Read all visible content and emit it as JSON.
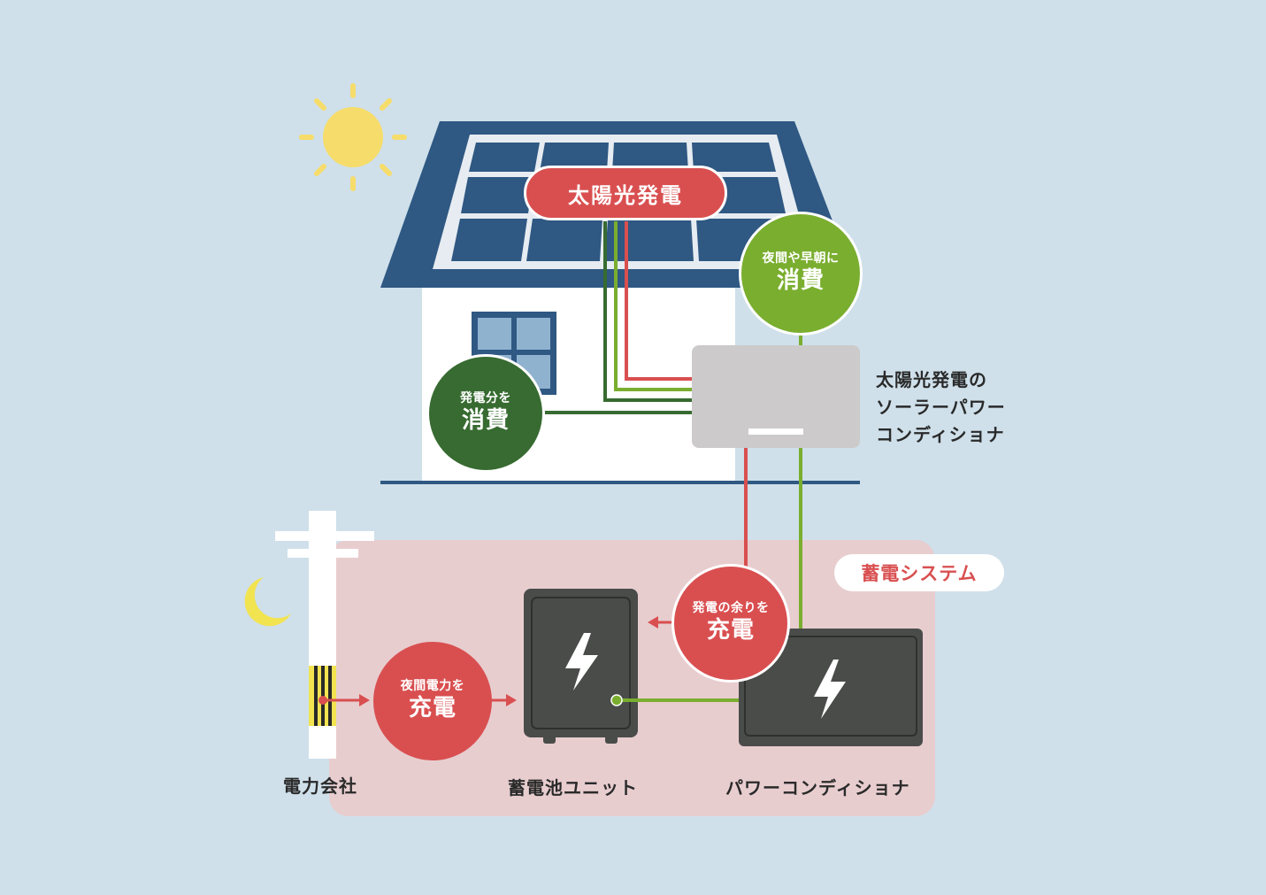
{
  "labels": {
    "solar_generation": "太陽光発電",
    "consume_generated_small": "発電分を",
    "consume_generated_big": "消費",
    "consume_night_small": "夜間や早朝に",
    "consume_night_big": "消費",
    "pcs_solar_line1": "太陽光発電の",
    "pcs_solar_line2": "ソーラーパワー",
    "pcs_solar_line3": "コンディショナ",
    "storage_system": "蓄電システム",
    "charge_surplus_small": "発電の余りを",
    "charge_surplus_big": "充電",
    "charge_night_small": "夜間電力を",
    "charge_night_big": "充電",
    "power_company": "電力会社",
    "battery_unit": "蓄電池ユニット",
    "power_conditioner": "パワーコンディショナ"
  },
  "colors": {
    "background": "#cfe0ea",
    "roof": "#2f5883",
    "house_wall": "#ffffff",
    "red": "#d94f50",
    "dark_green": "#376b31",
    "light_green": "#7aae2f",
    "storage_area": "#e8cdcf",
    "unit_dark": "#4a4c4a",
    "sun": "#f6dc6a",
    "moon": "#f2e350",
    "inverter_gray": "#cccaca"
  }
}
